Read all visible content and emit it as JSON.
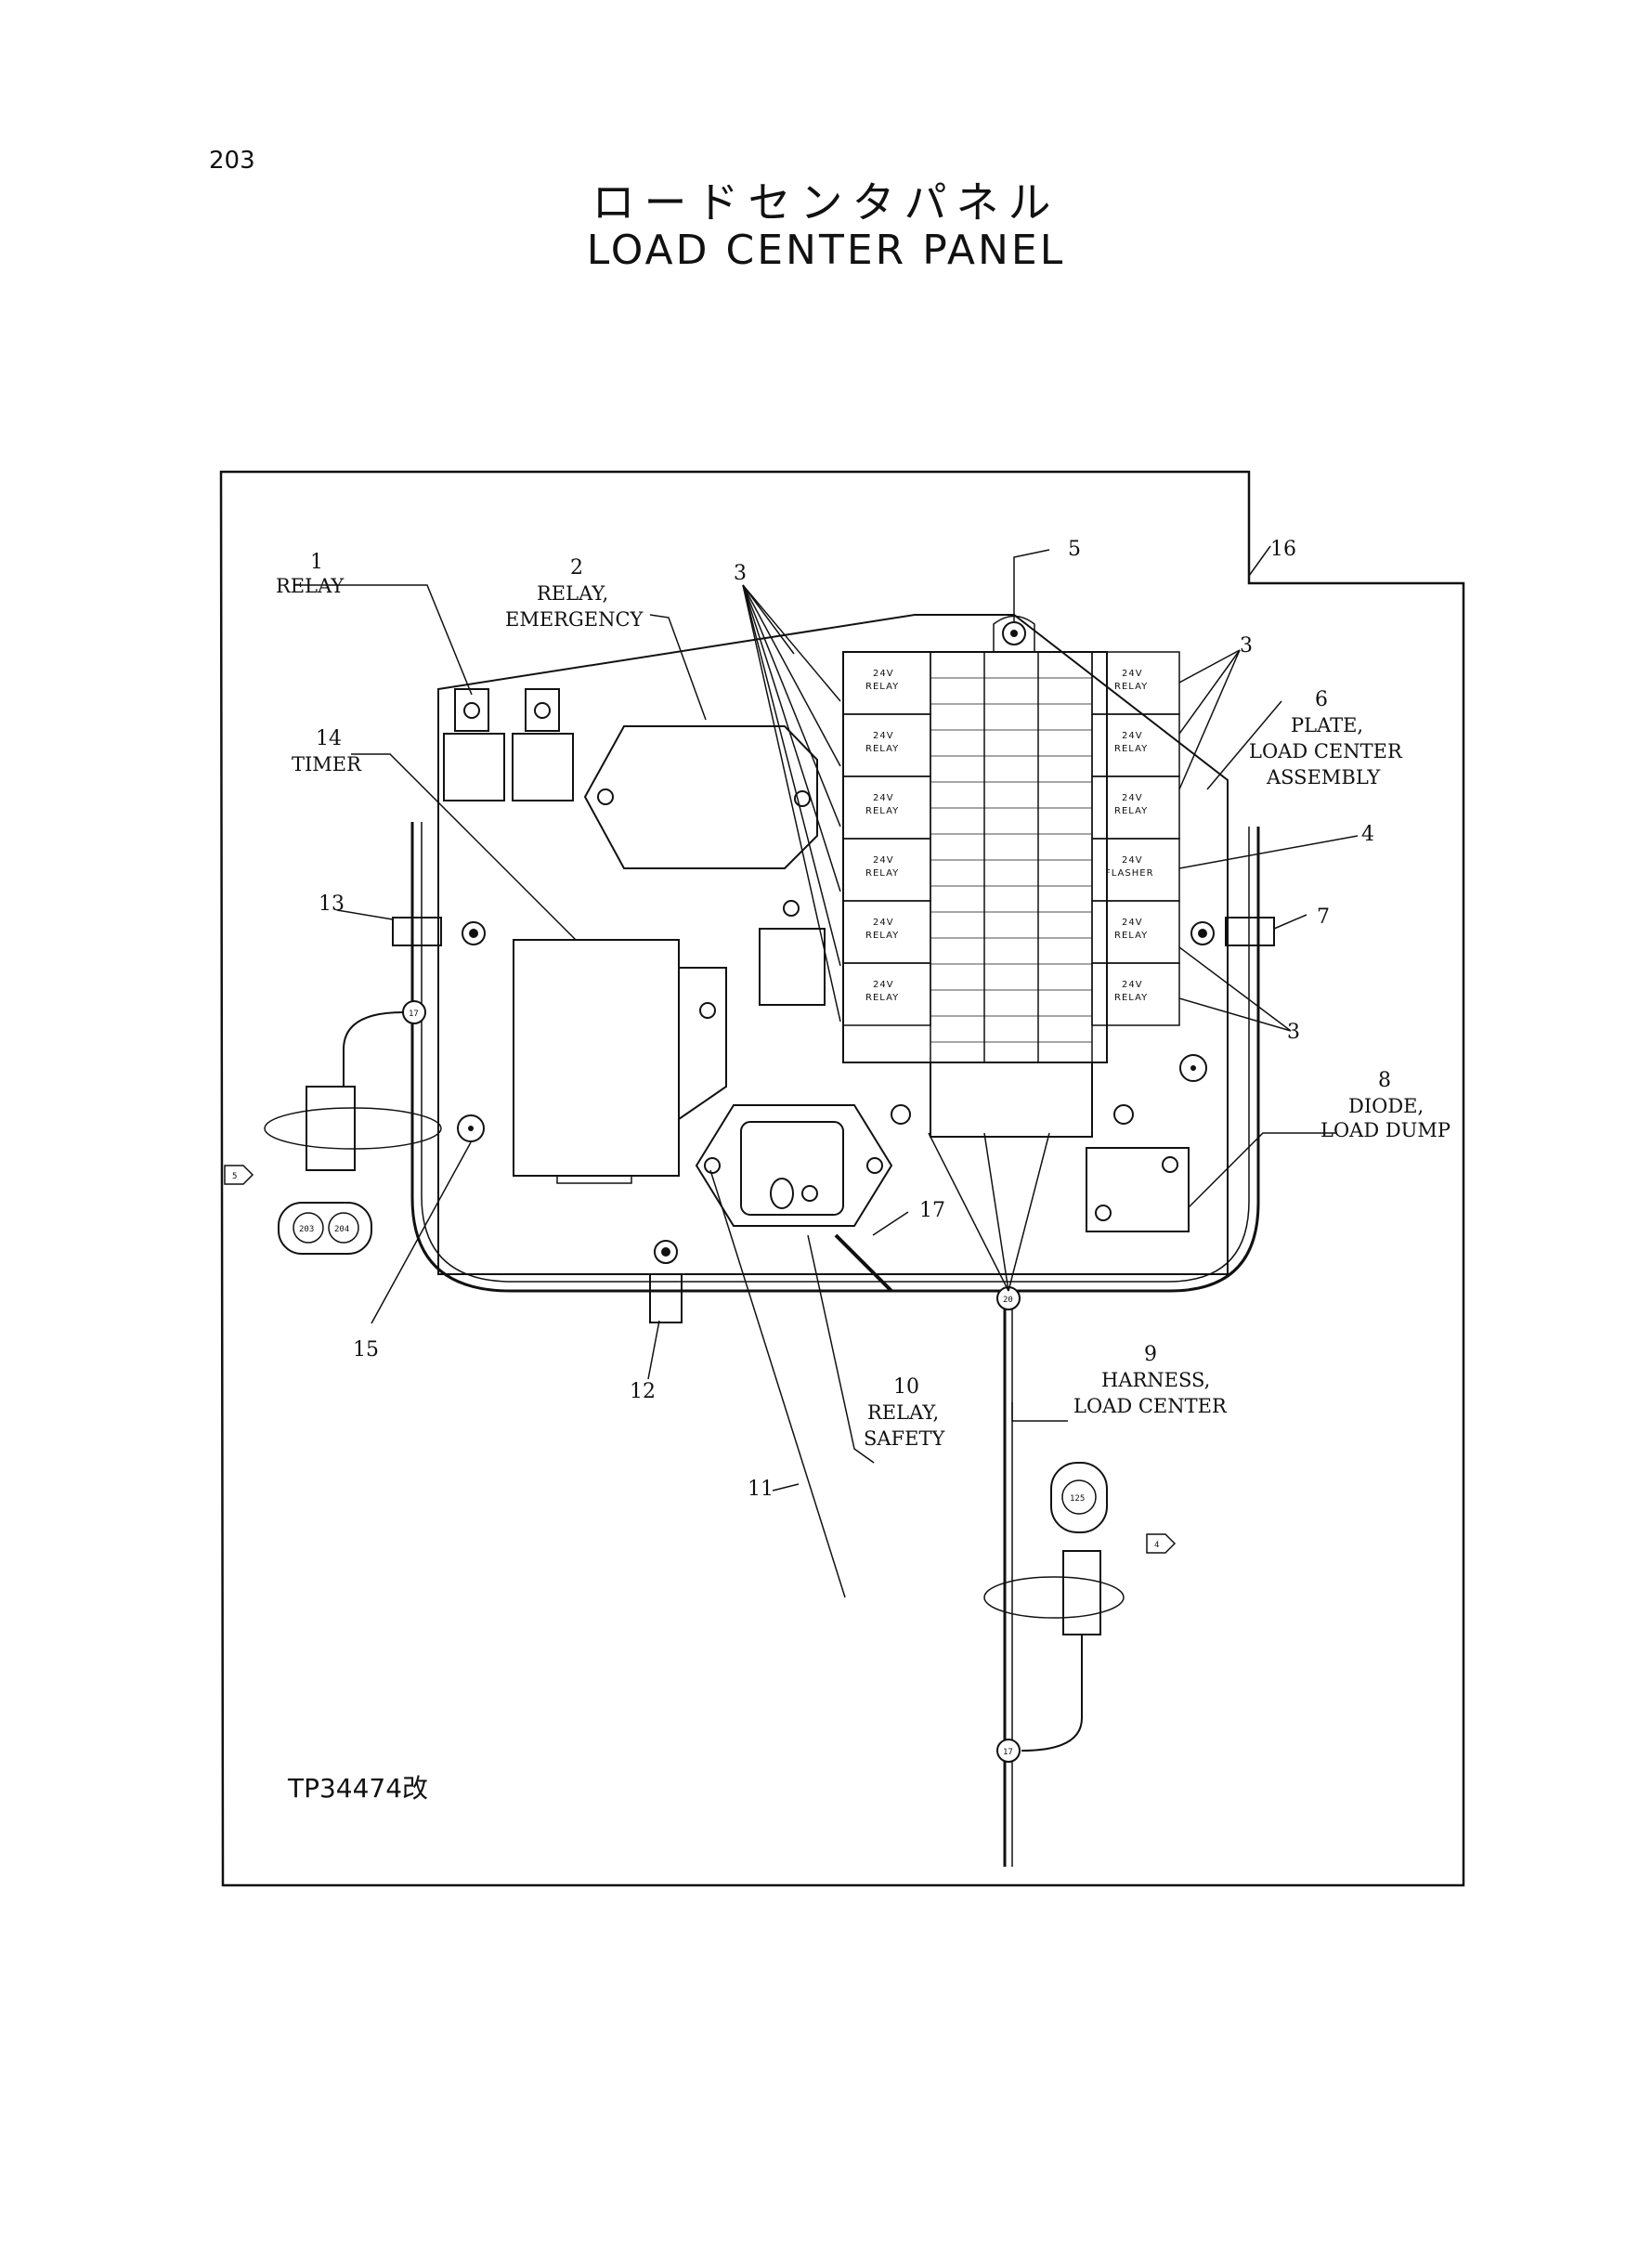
{
  "page_number": "203",
  "title_jp": "ロードセンタパネル",
  "title_en": "LOAD CENTER PANEL",
  "drawing_number": "TP34474改",
  "callouts": [
    {
      "num": "1",
      "name": "RELAY"
    },
    {
      "num": "2",
      "name_lines": [
        "RELAY,",
        "EMERGENCY"
      ]
    },
    {
      "num": "3"
    },
    {
      "num": "4"
    },
    {
      "num": "5"
    },
    {
      "num": "6",
      "name_lines": [
        "PLATE,",
        "LOAD CENTER",
        "ASSEMBLY"
      ]
    },
    {
      "num": "7"
    },
    {
      "num": "8",
      "name_lines": [
        "DIODE,",
        "LOAD DUMP"
      ]
    },
    {
      "num": "9",
      "name_lines": [
        "HARNESS,",
        "LOAD CENTER"
      ]
    },
    {
      "num": "10",
      "name_lines": [
        "RELAY,",
        "SAFETY"
      ]
    },
    {
      "num": "11"
    },
    {
      "num": "12"
    },
    {
      "num": "13"
    },
    {
      "num": "14",
      "name": "TIMER"
    },
    {
      "num": "15"
    },
    {
      "num": "16"
    },
    {
      "num": "17"
    }
  ],
  "relay_labels": {
    "relay": [
      "24V",
      "RELAY"
    ],
    "flasher": [
      "24V",
      "FLASHER"
    ]
  },
  "connector_tags": [
    "17",
    "20",
    "17",
    "203",
    "204",
    "125",
    "5",
    "4"
  ]
}
